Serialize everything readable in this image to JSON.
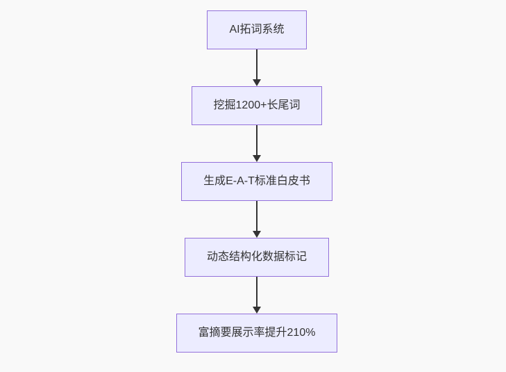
{
  "diagram": {
    "type": "flowchart",
    "direction": "top-down",
    "nodes": [
      {
        "id": "n1",
        "label": "AI拓词系统"
      },
      {
        "id": "n2",
        "label": "挖掘1200+长尾词"
      },
      {
        "id": "n3",
        "label": "生成E-A-T标准白皮书"
      },
      {
        "id": "n4",
        "label": "动态结构化数据标记"
      },
      {
        "id": "n5",
        "label": "富摘要展示率提升210%"
      }
    ],
    "edges": [
      {
        "from": "n1",
        "to": "n2"
      },
      {
        "from": "n2",
        "to": "n3"
      },
      {
        "from": "n3",
        "to": "n4"
      },
      {
        "from": "n4",
        "to": "n5"
      }
    ],
    "colors": {
      "background": "#f9f9f9",
      "node_fill": "#ECECFF",
      "node_border": "#9370DB",
      "arrow": "#333333",
      "text": "#333333"
    }
  }
}
